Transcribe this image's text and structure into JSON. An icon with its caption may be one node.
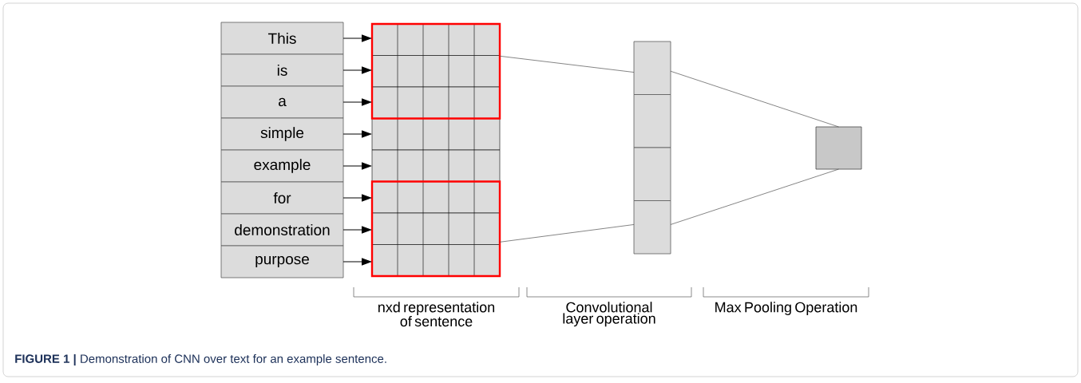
{
  "diagram": {
    "caption": "**FIGURE 1 |** Demonstration of CNN over text for an example sentence.",
    "nodes": [
      {
        "text": [
          "This"
        ]
      },
      {
        "text": [
          "is"
        ]
      },
      {
        "text": [
          "a"
        ]
      },
      {
        "text": [
          "simple"
        ]
      },
      {
        "text": [
          "example"
        ]
      },
      {
        "text": [
          "for"
        ]
      },
      {
        "text": [
          "demonstration"
        ]
      },
      {
        "text": [
          "purpose"
        ]
      },
      {
        "text": [],
        "shape": "box"
      },
      {
        "text": [],
        "shape": "box",
        "in": 8
      },
      {
        "text": [],
        "shape": "box",
        "in": 8
      },
      {
        "text": [],
        "shape": "box",
        "in": 8
      },
      {
        "text": [],
        "shape": "box"
      },
      {
        "text": [],
        "shape": "box"
      },
      {
        "text": [],
        "shape": "box"
      },
      {
        "text": [],
        "shape": "box",
        "in": 14
      },
      {
        "text": [],
        "shape": "box",
        "in": 14
      },
      {
        "text": [],
        "shape": "box",
        "in": 14
      },
      {
        "text": [],
        "shape": "box"
      },
      {
        "text": [],
        "shape": "box"
      },
      {
        "text": [],
        "shape": "box"
      },
      {
        "text": [],
        "shape": "box"
      },
      {
        "text": [],
        "shape": "box"
      }
    ],
    "edges": [
      {
        "from": 0,
        "to": 9,
        "arrow": "to"
      },
      {
        "from": 1,
        "to": 10,
        "arrow": "to"
      },
      {
        "from": 2,
        "to": 11,
        "arrow": "to"
      },
      {
        "from": 3,
        "to": 12,
        "arrow": "to"
      },
      {
        "from": 4,
        "to": 13,
        "arrow": "to"
      },
      {
        "from": 5,
        "to": 15,
        "arrow": "to"
      },
      {
        "from": 6,
        "to": 16,
        "arrow": "to"
      },
      {
        "from": 7,
        "to": 17,
        "arrow": "to"
      },
      {
        "from": 8,
        "to": 18,
        "arrow": "none"
      },
      {
        "from": 14,
        "to": 21,
        "arrow": "none"
      },
      {
        "from": 18,
        "to": 22,
        "arrow": "none"
      },
      {
        "from": 21,
        "to": 22,
        "arrow": "none"
      }
    ],
    "labels": [
      "nxd representation of sentence",
      "Convolutional layer operation",
      "Max Pooling Operation"
    ]
  }
}
